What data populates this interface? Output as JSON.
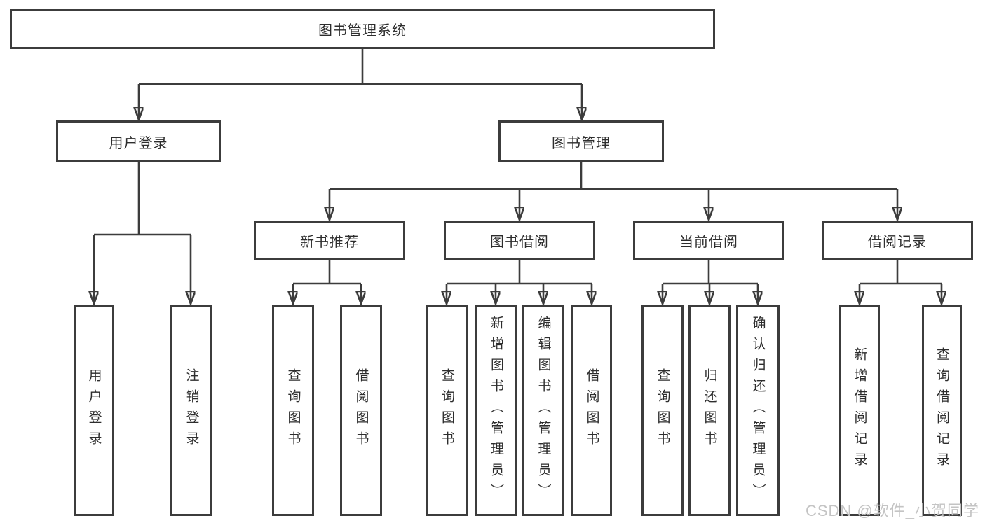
{
  "tree": {
    "label": "图书管理系统",
    "children": [
      {
        "label": "用户登录",
        "children": [
          {
            "label": "用户登录"
          },
          {
            "label": "注销登录"
          }
        ]
      },
      {
        "label": "图书管理",
        "children": [
          {
            "label": "新书推荐",
            "children": [
              {
                "label": "查询图书"
              },
              {
                "label": "借阅图书"
              }
            ]
          },
          {
            "label": "图书借阅",
            "children": [
              {
                "label": "查询图书"
              },
              {
                "label": "新增图书（管理员）"
              },
              {
                "label": "编辑图书（管理员）"
              },
              {
                "label": "借阅图书"
              }
            ]
          },
          {
            "label": "当前借阅",
            "children": [
              {
                "label": "查询图书"
              },
              {
                "label": "归还图书"
              },
              {
                "label": "确认归还（管理员）"
              }
            ]
          },
          {
            "label": "借阅记录",
            "children": [
              {
                "label": "新增借阅记录"
              },
              {
                "label": "查询借阅记录"
              }
            ]
          }
        ]
      }
    ]
  },
  "watermark": {
    "text": "CSDN @软件_小贺同学"
  },
  "colors": {
    "line": "#3c3c3c",
    "text": "#2d2d2d",
    "background": "#ffffff",
    "watermark": "#c4c4c4"
  }
}
